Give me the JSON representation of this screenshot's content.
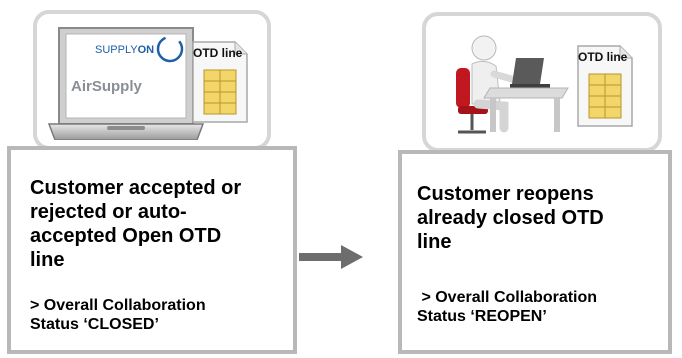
{
  "left_panel": {
    "logo_text": "SUPPLY",
    "logo_on": "ON",
    "product_name": "AirSupply",
    "doc_label": "OTD line",
    "lines": [
      "Customer accepted or",
      "rejected or auto-",
      "accepted Open OTD",
      "line"
    ],
    "status_lines": [
      "> Overall Collaboration",
      "Status ‘CLOSED’"
    ]
  },
  "right_panel": {
    "doc_label": "OTD line",
    "lines": [
      "Customer reopens",
      "already closed OTD",
      "line"
    ],
    "status_lines": [
      " > Overall Collaboration",
      "Status ‘REOPEN’"
    ]
  },
  "colors": {
    "card_border": "#d6d6d6",
    "box_border": "#b8b8b8",
    "arrow": "#6d6d6d",
    "document_fill": "#f3d66a",
    "chair": "#c0181e",
    "supplyon_blue": "#1f5fa8"
  },
  "icons": [
    "laptop-icon",
    "document-icon",
    "person-at-desk-icon",
    "arrow-right-icon"
  ]
}
